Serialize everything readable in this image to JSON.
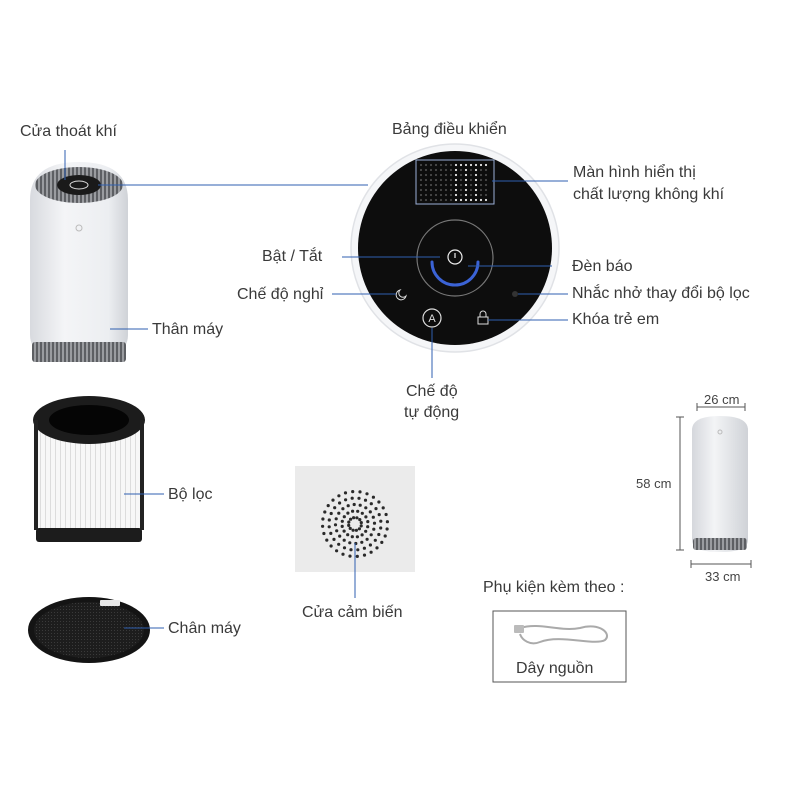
{
  "labels": {
    "exhaust": "Cửa thoát khí",
    "body": "Thân máy",
    "filter": "Bộ lọc",
    "base": "Chân máy",
    "panel": "Bảng điều khiển",
    "display_line1": "Màn hình hiển thị",
    "display_line2": "chất lượng không khí",
    "power": "Bật / Tắt",
    "sleep": "Chế độ nghỉ",
    "indicator": "Đèn báo",
    "filter_reminder": "Nhắc nhở thay đổi bộ lọc",
    "child_lock": "Khóa trẻ em",
    "auto_line1": "Chế độ",
    "auto_line2": "tự động",
    "sensor": "Cửa cảm biến",
    "accessories": "Phụ kiện kèm theo :",
    "power_cord": "Dây nguồn"
  },
  "dimensions": {
    "width_top": "26 cm",
    "height": "58 cm",
    "width_bottom": "33 cm"
  },
  "colors": {
    "accent_blue": "#3b63d6",
    "line": "#2f5fb0",
    "panel_black": "#0d0d0d"
  }
}
